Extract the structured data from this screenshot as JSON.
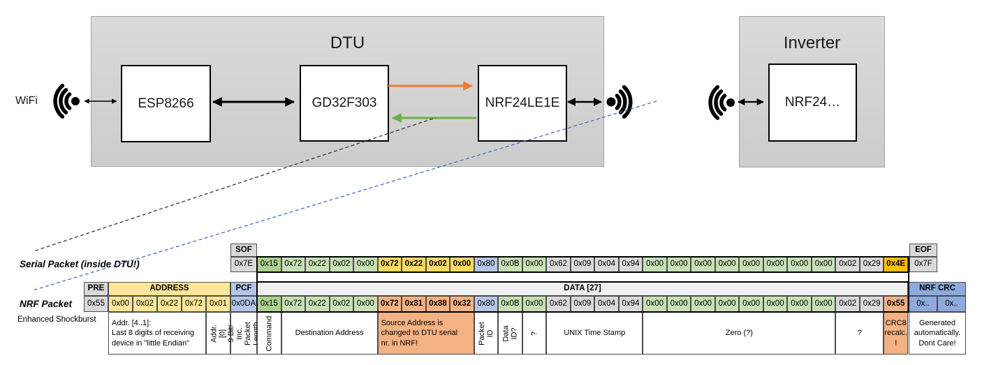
{
  "diagram": {
    "wifi_label": "WiFi",
    "dtu_title": "DTU",
    "inverter_title": "Inverter",
    "nodes": {
      "esp": "ESP8266",
      "gd32": "GD32F303",
      "nrf_dtu": "NRF24LE1E",
      "nrf_inv": "NRF24…"
    },
    "colors": {
      "arrow_orange": "#ED7D31",
      "arrow_green": "#70AD47",
      "dash_blue": "#4472C4",
      "dash_black": "#383838"
    }
  },
  "packet_table": {
    "serial": {
      "label": "Serial Packet (inside DTU!)",
      "sof_header": "SOF",
      "sof_value": "0x7E",
      "eof_header": "EOF",
      "eof_value": "0x7F",
      "bytes": [
        {
          "v": "0x15",
          "c": "gm"
        },
        {
          "v": "0x72",
          "c": "gl"
        },
        {
          "v": "0x22",
          "c": "gl"
        },
        {
          "v": "0x02",
          "c": "gl"
        },
        {
          "v": "0x00",
          "c": "gl"
        },
        {
          "v": "0x72",
          "c": "gold"
        },
        {
          "v": "0x22",
          "c": "gold"
        },
        {
          "v": "0x02",
          "c": "gold"
        },
        {
          "v": "0x00",
          "c": "gold"
        },
        {
          "v": "0x80",
          "c": "bl"
        },
        {
          "v": "0x0B",
          "c": "gl"
        },
        {
          "v": "0x00",
          "c": "gl"
        },
        {
          "v": "0x62",
          "c": "gy"
        },
        {
          "v": "0x09",
          "c": "gy"
        },
        {
          "v": "0x04",
          "c": "gy"
        },
        {
          "v": "0x94",
          "c": "gy"
        },
        {
          "v": "0x00",
          "c": "gl"
        },
        {
          "v": "0x00",
          "c": "gl"
        },
        {
          "v": "0x00",
          "c": "gl"
        },
        {
          "v": "0x00",
          "c": "gl"
        },
        {
          "v": "0x00",
          "c": "gl"
        },
        {
          "v": "0x00",
          "c": "gl"
        },
        {
          "v": "0x00",
          "c": "gl"
        },
        {
          "v": "0x00",
          "c": "gl"
        },
        {
          "v": "0x02",
          "c": "gy"
        },
        {
          "v": "0x29",
          "c": "gy"
        },
        {
          "v": "0x4E",
          "c": "amber"
        }
      ]
    },
    "nrf": {
      "label": "NRF Packet",
      "sublabel": "Enhanced Shockburst",
      "pre_header": "PRE",
      "pre_value": "0x55",
      "address_header": "ADDRESS",
      "address_values": [
        "0x00",
        "0x02",
        "0x22",
        "0x72",
        "0x01"
      ],
      "pcf_header": "PCF",
      "pcf_value": "0x0DA",
      "data_header": "DATA [27]",
      "crc_header": "NRF CRC",
      "crc_values": [
        "0x..",
        "0x.."
      ],
      "bytes": [
        {
          "v": "0x15",
          "c": "gm"
        },
        {
          "v": "0x72",
          "c": "gl"
        },
        {
          "v": "0x22",
          "c": "gl"
        },
        {
          "v": "0x02",
          "c": "gl"
        },
        {
          "v": "0x00",
          "c": "gl"
        },
        {
          "v": "0x72",
          "c": "or"
        },
        {
          "v": "0x81",
          "c": "or"
        },
        {
          "v": "0x88",
          "c": "or"
        },
        {
          "v": "0x32",
          "c": "or"
        },
        {
          "v": "0x80",
          "c": "bl"
        },
        {
          "v": "0x0B",
          "c": "gl"
        },
        {
          "v": "0x00",
          "c": "gl"
        },
        {
          "v": "0x62",
          "c": "gy"
        },
        {
          "v": "0x09",
          "c": "gy"
        },
        {
          "v": "0x04",
          "c": "gy"
        },
        {
          "v": "0x94",
          "c": "gy"
        },
        {
          "v": "0x00",
          "c": "gl"
        },
        {
          "v": "0x00",
          "c": "gl"
        },
        {
          "v": "0x00",
          "c": "gl"
        },
        {
          "v": "0x00",
          "c": "gl"
        },
        {
          "v": "0x00",
          "c": "gl"
        },
        {
          "v": "0x00",
          "c": "gl"
        },
        {
          "v": "0x00",
          "c": "gl"
        },
        {
          "v": "0x00",
          "c": "gl"
        },
        {
          "v": "0x02",
          "c": "gy"
        },
        {
          "v": "0x29",
          "c": "gy"
        },
        {
          "v": "0x55",
          "c": "or"
        }
      ]
    },
    "annotations": [
      {
        "id": "addr-4-1",
        "col": "address",
        "align": "left",
        "text": "Addr. [4..1]:\nLast 8 digits of receiving\ndevice in \"little Endian\""
      },
      {
        "id": "addr-0",
        "col": "addr0",
        "rot": true,
        "text": "Addr.[0]"
      },
      {
        "id": "pcf-note",
        "col": "pcf",
        "rot": true,
        "text": "9 Bit!\nInc. Packet\nLength"
      },
      {
        "id": "command",
        "span": [
          0,
          1
        ],
        "rot": true,
        "text": "Command"
      },
      {
        "id": "destination-address",
        "span": [
          1,
          4
        ],
        "text": "Destination Address"
      },
      {
        "id": "source-address",
        "span": [
          5,
          4
        ],
        "align": "left",
        "bg": "orange",
        "text": "Source Address is\nchanged to DTU serial\nnr. in NRF!"
      },
      {
        "id": "packet-id",
        "span": [
          9,
          1
        ],
        "rot": true,
        "text": "Packet ID"
      },
      {
        "id": "data-id",
        "span": [
          10,
          1
        ],
        "rot": true,
        "text": "Data ID?"
      },
      {
        "id": "question-1",
        "span": [
          11,
          1
        ],
        "rot": true,
        "text": "?"
      },
      {
        "id": "unix-time-stamp",
        "span": [
          12,
          4
        ],
        "text": "UNIX Time Stamp"
      },
      {
        "id": "zero",
        "span": [
          16,
          8
        ],
        "text": "Zero (?)"
      },
      {
        "id": "question-2",
        "span": [
          24,
          2
        ],
        "text": "?"
      },
      {
        "id": "crc8",
        "span": [
          26,
          1
        ],
        "bg": "orange",
        "text": "CRC8\nrecalc.\n!"
      },
      {
        "id": "generated",
        "col": "crc",
        "text": "Generated\nautomatically.\nDont Care!"
      }
    ],
    "colors": {
      "gm": "#A9D08E",
      "gl": "#C6E0B4",
      "gold": "#FFD966",
      "bl": "#B4C6E7",
      "gy": "#D9D9D9",
      "amber": "#FFC000",
      "or": "#F4B183",
      "header_gray": "#D9D9D9",
      "header_yellow": "#FFE699",
      "header_blue": "#B4C6E7",
      "header_blue_dark": "#8EA9DB",
      "band": "#F0F0F0",
      "annot_orange": "#F4B183"
    }
  }
}
